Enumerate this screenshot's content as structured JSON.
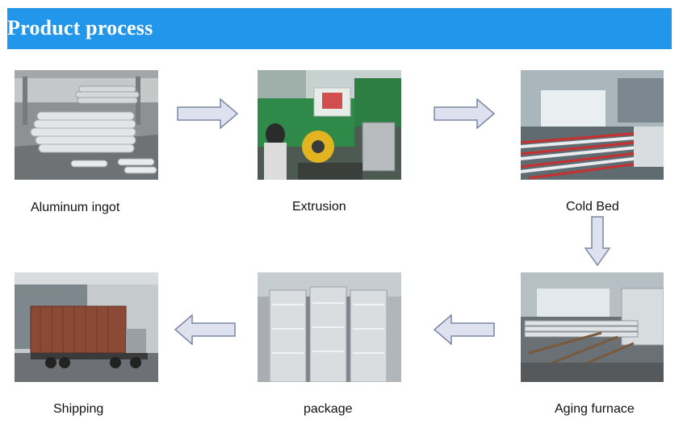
{
  "header": {
    "title": "Product process"
  },
  "steps": [
    {
      "label": "Aluminum ingot"
    },
    {
      "label": "Extrusion"
    },
    {
      "label": "Cold Bed"
    },
    {
      "label": "Aging furnace"
    },
    {
      "label": "package"
    },
    {
      "label": "Shipping"
    }
  ],
  "colors": {
    "banner": "#2196ea",
    "arrow_fill": "#dde2ee",
    "arrow_stroke": "#7c86a3"
  },
  "icons": [
    "arrow-right-icon",
    "arrow-down-icon",
    "arrow-left-icon"
  ]
}
